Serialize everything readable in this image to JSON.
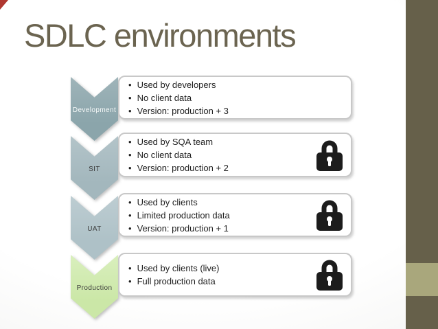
{
  "title": "SDLC environments",
  "bullet_glyph": "•",
  "colors": {
    "title_text": "#6b6450",
    "corner_accent": "#b03830",
    "sidebar_dark": "#66604a",
    "sidebar_light": "#a9a77c",
    "box_border": "#c8c8c8",
    "box_background": "#ffffff",
    "bullet_text": "#1f1f1f",
    "lock_icon": "#1c1c1c"
  },
  "stages": [
    {
      "label": "Development",
      "chevron_color": "#8ba5ab",
      "chevron_color_light": "#9fb4b9",
      "label_color": "#f5f8f8",
      "locked": false,
      "bullets": [
        "Used by developers",
        "No client data",
        "Version: production + 3"
      ]
    },
    {
      "label": "SIT",
      "chevron_color": "#a3b7bd",
      "chevron_color_light": "#b3c4c9",
      "label_color": "#3c3c3c",
      "locked": true,
      "bullets": [
        "Used by SQA team",
        "No client data",
        "Version: production + 2"
      ]
    },
    {
      "label": "UAT",
      "chevron_color": "#aec1c7",
      "chevron_color_light": "#bdcdd2",
      "label_color": "#3c3c3c",
      "locked": true,
      "bullets": [
        "Used by clients",
        "Limited production data",
        "Version: production + 1"
      ]
    },
    {
      "label": "Production",
      "chevron_color": "#cbe7a7",
      "chevron_color_light": "#d9efbd",
      "label_color": "#3c3c3c",
      "locked": true,
      "bullets": [
        "Used by clients (live)",
        "Full production data"
      ]
    }
  ]
}
